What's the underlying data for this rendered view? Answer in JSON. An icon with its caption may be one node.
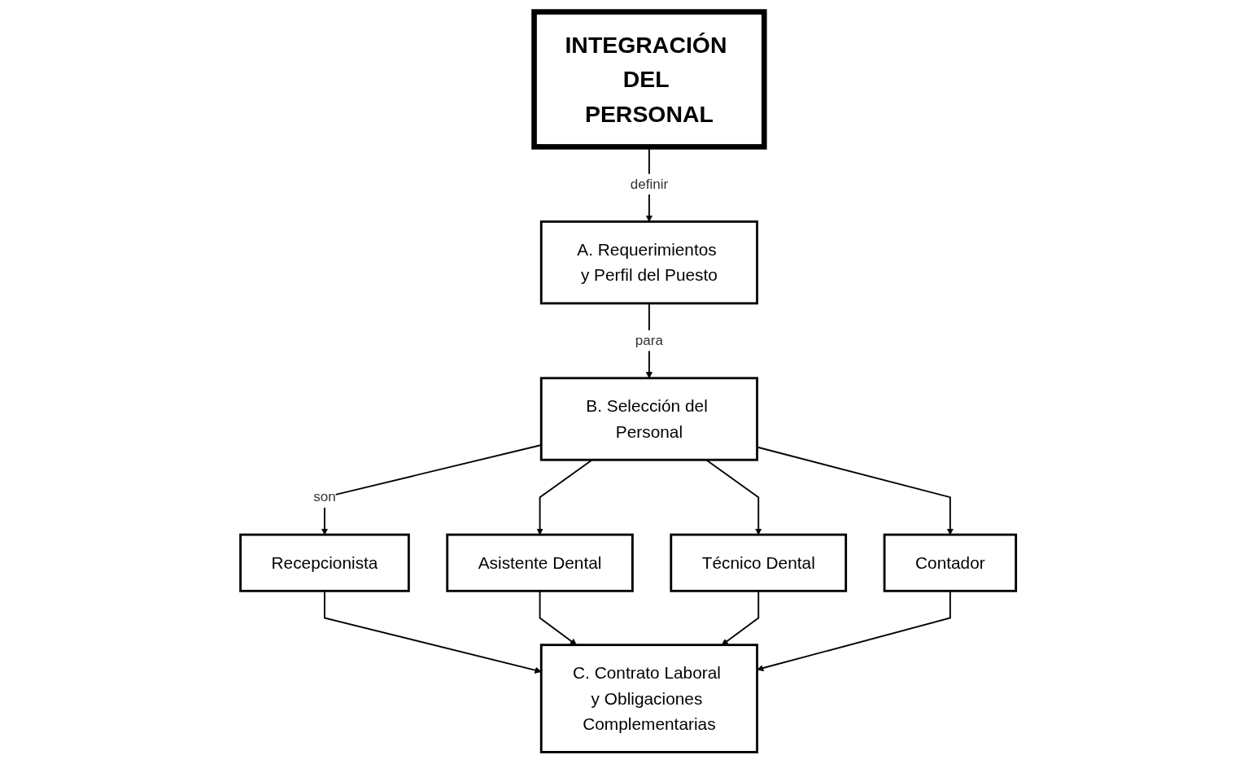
{
  "diagram": {
    "nodes": [
      {
        "text": [
          "INTEGRACIÓN DEL PERSONAL"
        ]
      },
      {
        "text": [
          "A. Requerimientos y Perfil del Puesto"
        ]
      },
      {
        "text": [
          "B. Selección del Personal"
        ]
      },
      {
        "text": [
          "Recepcionista"
        ]
      },
      {
        "text": [
          "Asistente Dental"
        ]
      },
      {
        "text": [
          "Técnico Dental"
        ]
      },
      {
        "text": [
          "Contador"
        ]
      },
      {
        "text": [
          "C. Contrato Laboral y Obligaciones Complementarias"
        ]
      }
    ],
    "edges": [
      {
        "from": 0,
        "to": 1,
        "arrow": "to",
        "label": "definir"
      },
      {
        "from": 1,
        "to": 2,
        "arrow": "to",
        "label": "para"
      },
      {
        "from": 2,
        "to": 3,
        "arrow": "to",
        "label": "son"
      },
      {
        "from": 2,
        "to": 4,
        "arrow": "to"
      },
      {
        "from": 2,
        "to": 5,
        "arrow": "to"
      },
      {
        "from": 2,
        "to": 6,
        "arrow": "to"
      },
      {
        "from": 3,
        "to": 7,
        "arrow": "to"
      },
      {
        "from": 4,
        "to": 7,
        "arrow": "to"
      },
      {
        "from": 5,
        "to": 7,
        "arrow": "to"
      },
      {
        "from": 6,
        "to": 7,
        "arrow": "to"
      }
    ]
  }
}
